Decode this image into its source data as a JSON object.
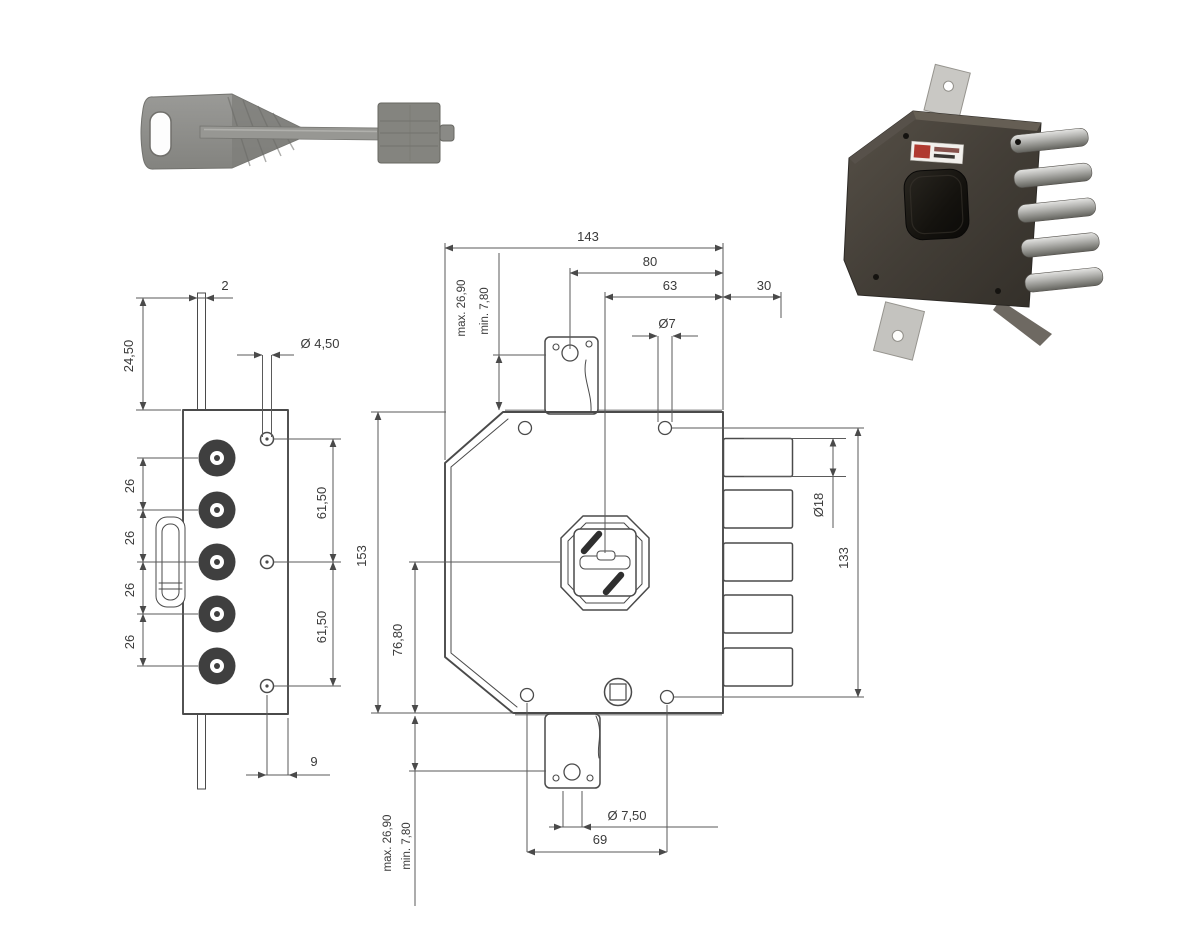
{
  "page": {
    "background": "#ffffff"
  },
  "drawing": {
    "labels": {
      "spine_thickness": "2",
      "spine_top_offset": "24,50",
      "side_hole_dia": "Ø 4,50",
      "pin_spacing": "26",
      "side_hole_spacing": "61,50",
      "spine_bottom_offset": "9",
      "total_width": "143",
      "tab_hole_to_edge": "80",
      "keyhole_to_edge": "63",
      "bolt_throw": "30",
      "top_hole_dia": "Ø7",
      "extension_max": "max. 26,90",
      "extension_min": "min. 7,80",
      "body_height": "153",
      "keyhole_height": "76,80",
      "bolt_dia": "Ø18",
      "bolt_span": "133",
      "bottom_hole_dia": "Ø 7,50",
      "bottom_hole_spacing": "69"
    },
    "colors": {
      "object_line": "#4a4a4a",
      "dimension_line": "#5a5a5a",
      "text": "#3a3a3a",
      "photo_body": "#46413a",
      "photo_pins": "#b9b9b6",
      "photo_tabs": "#c9c8c4",
      "photo_keyhole_cover": "#15130f",
      "brand_label_red": "#b03a30",
      "key_metal": "#8f8f8d"
    }
  }
}
